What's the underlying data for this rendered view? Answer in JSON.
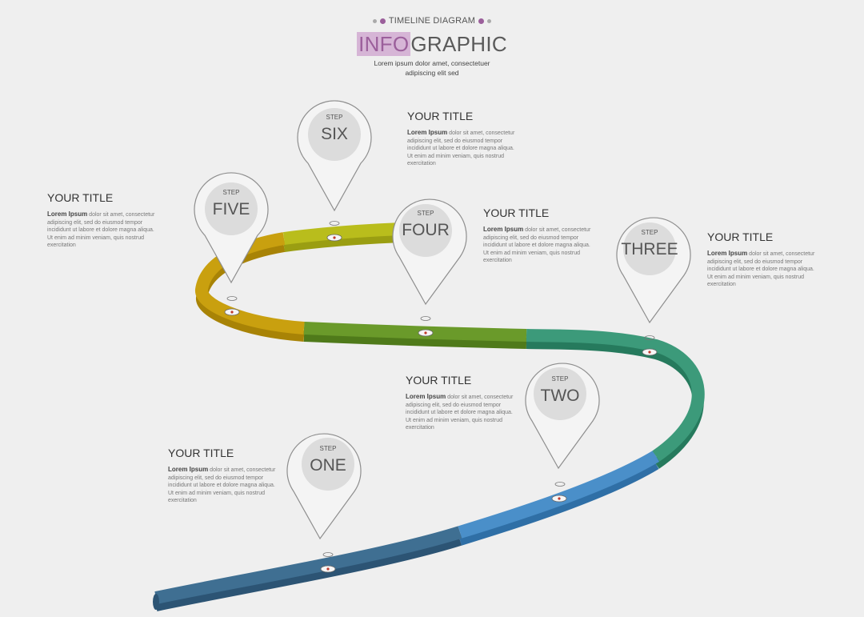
{
  "header": {
    "kicker": "TIMELINE DIAGRAM",
    "title_highlight": "INFO",
    "title_rest": "GRAPHIC",
    "subtitle_line1": "Lorem ipsum dolor amet, consectetuer",
    "subtitle_line2": "adipiscing elit sed",
    "accent_color": "#9b5f9b"
  },
  "steps": [
    {
      "step": "STEP",
      "name": "ONE",
      "color": "#3f6f92"
    },
    {
      "step": "STEP",
      "name": "TWO",
      "color": "#4a8fc9"
    },
    {
      "step": "STEP",
      "name": "THREE",
      "color": "#3c9a7a"
    },
    {
      "step": "STEP",
      "name": "FOUR",
      "color": "#6a9a2a"
    },
    {
      "step": "STEP",
      "name": "FIVE",
      "color": "#c9a00f"
    },
    {
      "step": "STEP",
      "name": "SIX",
      "color": "#b9bd1c"
    }
  ],
  "blocks": [
    {
      "title": "YOUR TITLE",
      "lead": "Lorem Ipsum",
      "l1": " dolor sit amet, consectetur",
      "l2": "adipiscing elit, sed do eiusmod tempor",
      "l3": "incididunt ut labore et dolore magna aliqua.",
      "l4": "Ut enim ad minim veniam, quis nostrud",
      "l5": "exercitation"
    },
    {
      "title": "YOUR TITLE",
      "lead": "Lorem Ipsum",
      "l1": " dolor sit amet, consectetur",
      "l2": "adipiscing elit, sed do eiusmod tempor",
      "l3": "incididunt ut labore et dolore magna aliqua.",
      "l4": "Ut enim ad minim veniam, quis nostrud",
      "l5": "exercitation"
    },
    {
      "title": "YOUR TITLE",
      "lead": "Lorem Ipsum",
      "l1": " dolor sit amet, consectetur",
      "l2": "adipiscing elit, sed do eiusmod tempor",
      "l3": "incididunt ut labore et dolore magna aliqua.",
      "l4": "Ut enim ad minim veniam, quis nostrud",
      "l5": "exercitation"
    },
    {
      "title": "YOUR TITLE",
      "lead": "Lorem Ipsum",
      "l1": " dolor sit amet, consectetur",
      "l2": "adipiscing elit, sed do eiusmod tempor",
      "l3": "incididunt ut labore et dolore magna aliqua.",
      "l4": "Ut enim ad minim veniam, quis nostrud",
      "l5": "exercitation"
    },
    {
      "title": "YOUR TITLE",
      "lead": "Lorem Ipsum",
      "l1": " dolor sit amet, consectetur",
      "l2": "adipiscing elit, sed do eiusmod tempor",
      "l3": "incididunt ut labore et dolore magna aliqua.",
      "l4": "Ut enim ad minim veniam, quis nostrud",
      "l5": "exercitation"
    },
    {
      "title": "YOUR TITLE",
      "lead": "Lorem Ipsum",
      "l1": " dolor sit amet, consectetur",
      "l2": "adipiscing elit, sed do eiusmod tempor",
      "l3": "incididunt ut labore et dolore magna aliqua.",
      "l4": "Ut enim ad minim veniam, quis nostrud",
      "l5": "exercitation"
    }
  ],
  "icons": {
    "marker": "map-pin-icon"
  }
}
